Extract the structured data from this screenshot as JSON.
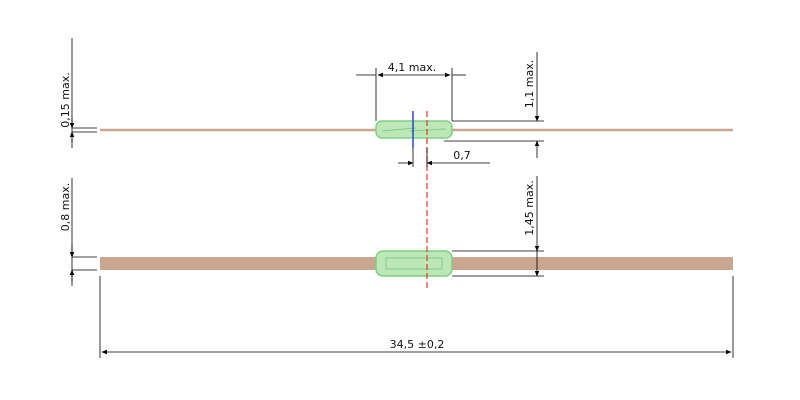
{
  "dimensions": {
    "thin_wire_diameter": "0,15 max.",
    "thick_wire_diameter": "0,8 max.",
    "body_length": "4,1 max.",
    "body_diameter_top": "1,1 max.",
    "body_diameter_bottom": "1,45 max.",
    "offset": "0,7",
    "overall_length": "34,5 ±0,2"
  },
  "colors": {
    "wire": "#c9a690",
    "glass_fill": "#bde7b7",
    "glass_stroke": "#7fcf84",
    "center_line": "#e03a2a",
    "marker_line": "#2c44c9",
    "dimension": "#000000"
  }
}
